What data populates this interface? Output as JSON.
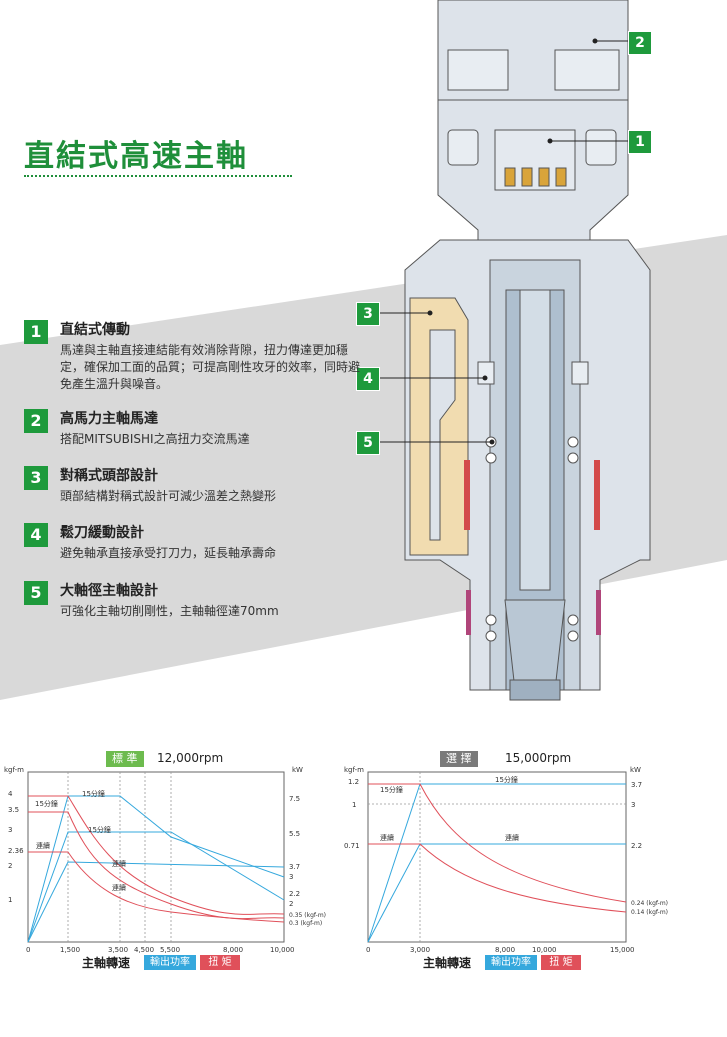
{
  "title": "直結式高速主軸",
  "features": [
    {
      "num": "1",
      "head": "直結式傳動",
      "desc": "馬達與主軸直接連結能有效消除背隙，扭力傳達更加穩定，確保加工面的品質；可提高剛性攻牙的效率，同時避免產生溫升與噪音。"
    },
    {
      "num": "2",
      "head": "高馬力主軸馬達",
      "desc": "搭配MITSUBISHI之高扭力交流馬達"
    },
    {
      "num": "3",
      "head": "對稱式頭部設計",
      "desc": "頭部結構對稱式設計可減少溫差之熱變形"
    },
    {
      "num": "4",
      "head": "鬆刀緩動設計",
      "desc": "避免軸承直接承受打刀力，延長軸承壽命"
    },
    {
      "num": "5",
      "head": "大軸徑主軸設計",
      "desc": "可強化主軸切削剛性，主軸軸徑達70mm"
    }
  ],
  "callouts": [
    "2",
    "1",
    "3",
    "4",
    "5"
  ],
  "colors": {
    "green": "#1e9a3c",
    "blue": "#35a8dd",
    "red": "#e0505a",
    "grey": "#888888"
  },
  "chart_left": {
    "tag": "標 準",
    "rpm": "12,000rpm",
    "left_unit": "kgf-m",
    "right_unit": "kW",
    "left_ticks": [
      "4",
      "3.5",
      "3",
      "2.36",
      "2",
      "1"
    ],
    "right_ticks": [
      "7.5",
      "5.5",
      "3.7",
      "3",
      "2.2",
      "2",
      "0.35 (kgf-m)",
      "0.3  (kgf-m)"
    ],
    "x_ticks": [
      "0",
      "1,500",
      "3,500",
      "4,500",
      "5,500",
      "8,000",
      "10,000"
    ],
    "labels": {
      "l15a": "15分鐘",
      "l15b": "15分鐘",
      "l15c": "15分鐘",
      "lc1": "連續",
      "lc2": "連續",
      "lc3": "連續"
    },
    "xlabel": "主軸轉速",
    "legend_power": "輸出功率",
    "legend_torque": "扭 矩"
  },
  "chart_right": {
    "tag": "選 擇",
    "rpm": "15,000rpm",
    "left_unit": "kgf-m",
    "right_unit": "kW",
    "left_ticks": [
      "1.2",
      "1",
      "0.71"
    ],
    "right_ticks": [
      "3.7",
      "3",
      "2.2",
      "0.24 (kgf-m)",
      "0.14 (kgf-m)"
    ],
    "x_ticks": [
      "0",
      "3,000",
      "8,000",
      "10,000",
      "15,000"
    ],
    "labels": {
      "l15a": "15分鐘",
      "l15b": "15分鐘",
      "lc1": "連續",
      "lc2": "連續"
    },
    "xlabel": "主軸轉速",
    "legend_power": "輸出功率",
    "legend_torque": "扭 矩"
  }
}
